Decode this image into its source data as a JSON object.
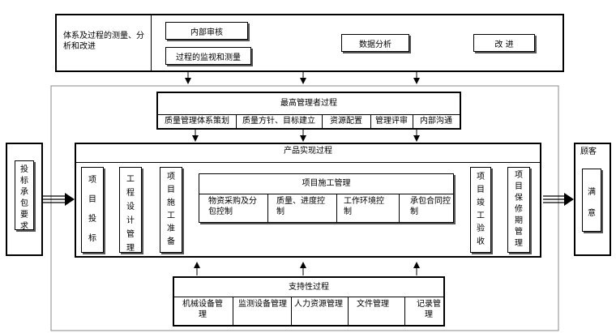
{
  "measurement": {
    "title": "体系及过程的测量、分析和改进",
    "internal_audit": "内部审核",
    "process_monitoring": "过程的监视和测量",
    "data_analysis": "数据分析",
    "improvement": "改 进"
  },
  "top_management": {
    "title": "最高管理者过程",
    "items": [
      "质量管理体系策划",
      "质量方针、目标建立",
      "资源配置",
      "管理评审",
      "内部沟通"
    ]
  },
  "bidding": {
    "label": "投标承包要求"
  },
  "customer": {
    "title": "顾客",
    "label": "满意"
  },
  "realization": {
    "title": "产品实现过程",
    "steps": [
      "项目投标",
      "工程设计管理",
      "项目施工准备"
    ],
    "construction": {
      "title": "项目施工管理",
      "items": [
        "物资采购及分包控制",
        "质量、进度控制",
        "工作环境控制",
        "承包合同控制"
      ]
    },
    "end_steps": [
      "项目竣工验收",
      "项目保修期管理"
    ]
  },
  "support": {
    "title": "支持性过程",
    "items": [
      "机械设备管理",
      "监测设备管理",
      "人力资源管理",
      "文件管理",
      "记录管理"
    ]
  }
}
